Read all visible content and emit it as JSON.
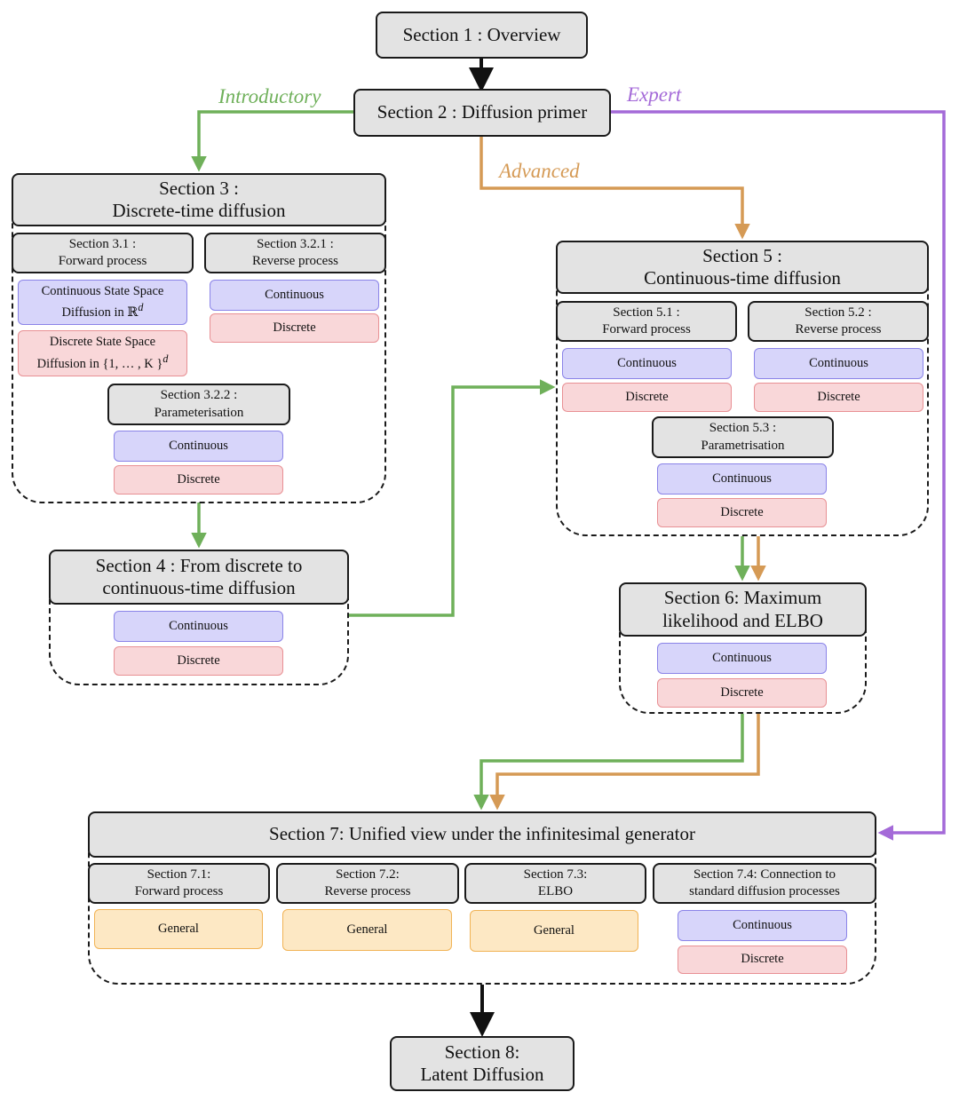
{
  "colors": {
    "introductory": "#6fb05a",
    "advanced": "#d59a55",
    "expert": "#a46ad8",
    "continuous_fill": "#d7d5fa",
    "discrete_fill": "#f9d7d9",
    "general_fill": "#fde8c4",
    "header_fill": "#e3e3e3"
  },
  "paths": {
    "introductory": "Introductory",
    "advanced": "Advanced",
    "expert": "Expert"
  },
  "s1": {
    "title": "Section 1 : Overview"
  },
  "s2": {
    "title": "Section 2 : Diffusion primer"
  },
  "s3": {
    "title": "Section 3 :\nDiscrete-time diffusion",
    "s31": {
      "title": "Section 3.1 :\nForward process",
      "cont": "Continuous State Space\nDiffusion in ℝ",
      "cont_sup": "d",
      "disc": "Discrete State Space\nDiffusion in {1, … , K }",
      "disc_sup": "d"
    },
    "s321": {
      "title": "Section 3.2.1 :\nReverse process",
      "cont": "Continuous",
      "disc": "Discrete"
    },
    "s322": {
      "title": "Section 3.2.2 :\nParameterisation",
      "cont": "Continuous",
      "disc": "Discrete"
    }
  },
  "s4": {
    "title": "Section 4 : From discrete to\ncontinuous-time diffusion",
    "cont": "Continuous",
    "disc": "Discrete"
  },
  "s5": {
    "title": "Section 5 :\nContinuous-time diffusion",
    "s51": {
      "title": "Section 5.1 :\nForward process",
      "cont": "Continuous",
      "disc": "Discrete"
    },
    "s52": {
      "title": "Section 5.2 :\nReverse process",
      "cont": "Continuous",
      "disc": "Discrete"
    },
    "s53": {
      "title": "Section 5.3 :\nParametrisation",
      "cont": "Continuous",
      "disc": "Discrete"
    }
  },
  "s6": {
    "title": "Section 6: Maximum\nlikelihood and ELBO",
    "cont": "Continuous",
    "disc": "Discrete"
  },
  "s7": {
    "title": "Section 7: Unified view under the infinitesimal generator",
    "s71": {
      "title": "Section 7.1:\nForward process",
      "gen": "General"
    },
    "s72": {
      "title": "Section 7.2:\nReverse process",
      "gen": "General"
    },
    "s73": {
      "title": "Section 7.3:\nELBO",
      "gen": "General"
    },
    "s74": {
      "title": "Section 7.4: Connection to\nstandard diffusion processes",
      "cont": "Continuous",
      "disc": "Discrete"
    }
  },
  "s8": {
    "title": "Section 8:\nLatent Diffusion"
  }
}
